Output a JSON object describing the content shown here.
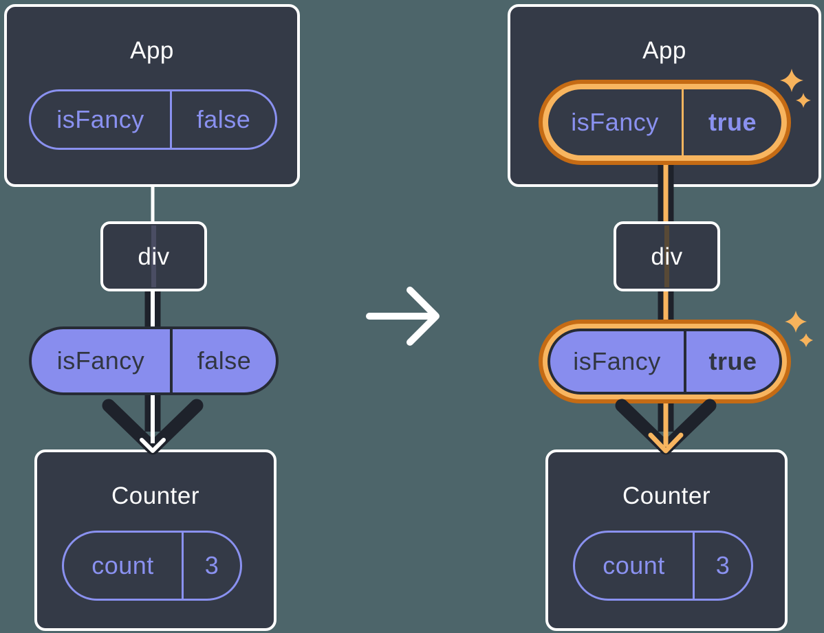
{
  "diagram": {
    "description": "React state lifting diagram: App passes isFancy prop through div to Counter (before: false, after: true)",
    "colors": {
      "background": "#4D656A",
      "card": "#343A47",
      "card_border": "#FFFFFF",
      "accent_purple": "#8A91F0",
      "pill_fill_purple": "#888DEE",
      "pill_dark_text": "#313641",
      "arrow_dark": "#1E222B",
      "highlight_orange_dark": "#C56B14",
      "highlight_orange_light": "#F8B55F",
      "sparkle": "#F7B35C"
    },
    "before": {
      "app": {
        "title": "App",
        "state_name": "isFancy",
        "state_value": "false"
      },
      "container": {
        "label": "div"
      },
      "prop": {
        "name": "isFancy",
        "value": "false"
      },
      "counter": {
        "title": "Counter",
        "state_name": "count",
        "state_value": "3"
      }
    },
    "after": {
      "app": {
        "title": "App",
        "state_name": "isFancy",
        "state_value": "true"
      },
      "container": {
        "label": "div"
      },
      "prop": {
        "name": "isFancy",
        "value": "true"
      },
      "counter": {
        "title": "Counter",
        "state_name": "count",
        "state_value": "3"
      }
    }
  }
}
